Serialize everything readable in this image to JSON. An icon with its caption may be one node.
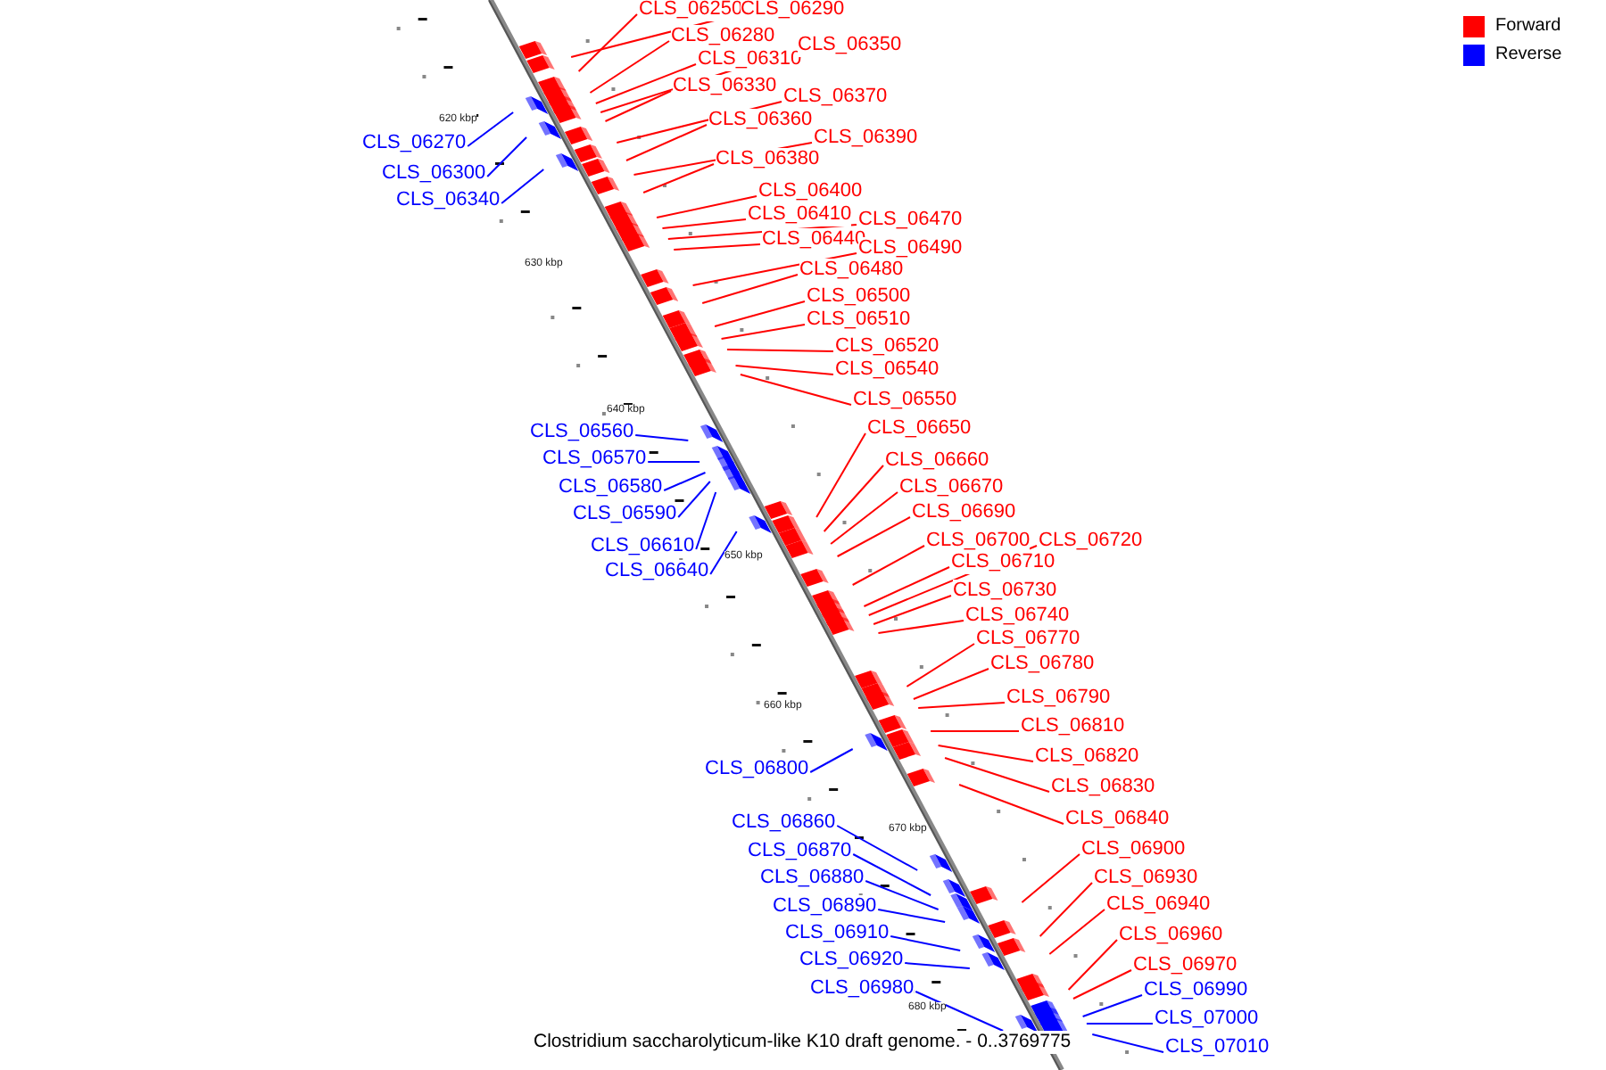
{
  "diagram": {
    "caption": "Clostridium saccharolyticum-like K10 draft genome. - 0..3769775",
    "nodes": [
      {
        "text": [
          "CLS_06250"
        ]
      },
      {
        "text": [
          "CLS_06290"
        ]
      },
      {
        "text": [
          "CLS_06280"
        ]
      },
      {
        "text": [
          "CLS_06310"
        ]
      },
      {
        "text": [
          "CLS_06350"
        ]
      },
      {
        "text": [
          "CLS_06330"
        ]
      },
      {
        "text": [
          "CLS_06370"
        ]
      },
      {
        "text": [
          "CLS_06360"
        ]
      },
      {
        "text": [
          "CLS_06390"
        ]
      },
      {
        "text": [
          "CLS_06380"
        ]
      },
      {
        "text": [
          "CLS_06400"
        ]
      },
      {
        "text": [
          "CLS_06410"
        ]
      },
      {
        "text": [
          "CLS_06470"
        ]
      },
      {
        "text": [
          "CLS_06440"
        ]
      },
      {
        "text": [
          "CLS_06490"
        ]
      },
      {
        "text": [
          "CLS_06480"
        ]
      },
      {
        "text": [
          "CLS_06500"
        ]
      },
      {
        "text": [
          "CLS_06510"
        ]
      },
      {
        "text": [
          "CLS_06520"
        ]
      },
      {
        "text": [
          "CLS_06540"
        ]
      },
      {
        "text": [
          "CLS_06550"
        ]
      },
      {
        "text": [
          "CLS_06650"
        ]
      },
      {
        "text": [
          "CLS_06660"
        ]
      },
      {
        "text": [
          "CLS_06670"
        ]
      },
      {
        "text": [
          "CLS_06690"
        ]
      },
      {
        "text": [
          "CLS_06700"
        ]
      },
      {
        "text": [
          "CLS_06720"
        ]
      },
      {
        "text": [
          "CLS_06710"
        ]
      },
      {
        "text": [
          "CLS_06730"
        ]
      },
      {
        "text": [
          "CLS_06740"
        ]
      },
      {
        "text": [
          "CLS_06770"
        ]
      },
      {
        "text": [
          "CLS_06780"
        ]
      },
      {
        "text": [
          "CLS_06790"
        ]
      },
      {
        "text": [
          "CLS_06810"
        ]
      },
      {
        "text": [
          "CLS_06820"
        ]
      },
      {
        "text": [
          "CLS_06830"
        ]
      },
      {
        "text": [
          "CLS_06840"
        ]
      },
      {
        "text": [
          "CLS_06900"
        ]
      },
      {
        "text": [
          "CLS_06930"
        ]
      },
      {
        "text": [
          "CLS_06940"
        ]
      },
      {
        "text": [
          "CLS_06960"
        ]
      },
      {
        "text": [
          "CLS_06970"
        ]
      },
      {
        "text": [
          "CLS_06990"
        ]
      },
      {
        "text": [
          "CLS_07000"
        ]
      },
      {
        "text": [
          "CLS_07010"
        ]
      },
      {
        "text": [
          "CLS_06270"
        ]
      },
      {
        "text": [
          "CLS_06300"
        ]
      },
      {
        "text": [
          "CLS_06340"
        ]
      },
      {
        "text": [
          "CLS_06560"
        ]
      },
      {
        "text": [
          "CLS_06570"
        ]
      },
      {
        "text": [
          "CLS_06580"
        ]
      },
      {
        "text": [
          "CLS_06590"
        ]
      },
      {
        "text": [
          "CLS_06610"
        ]
      },
      {
        "text": [
          "CLS_06640"
        ]
      },
      {
        "text": [
          "CLS_06800"
        ]
      },
      {
        "text": [
          "CLS_06860"
        ]
      },
      {
        "text": [
          "CLS_06870"
        ]
      },
      {
        "text": [
          "CLS_06880"
        ]
      },
      {
        "text": [
          "CLS_06890"
        ]
      },
      {
        "text": [
          "CLS_06910"
        ]
      },
      {
        "text": [
          "CLS_06920"
        ]
      },
      {
        "text": [
          "CLS_06980"
        ]
      }
    ],
    "edges": [
      {
        "from": 0,
        "to": null,
        "arrow": "none"
      },
      {
        "from": 1,
        "to": null,
        "arrow": "none"
      },
      {
        "from": 2,
        "to": null,
        "arrow": "none"
      },
      {
        "from": 3,
        "to": null,
        "arrow": "none"
      },
      {
        "from": 4,
        "to": null,
        "arrow": "none"
      },
      {
        "from": 5,
        "to": null,
        "arrow": "none"
      },
      {
        "from": 6,
        "to": null,
        "arrow": "none"
      },
      {
        "from": 7,
        "to": null,
        "arrow": "none"
      },
      {
        "from": 8,
        "to": null,
        "arrow": "none"
      },
      {
        "from": 9,
        "to": null,
        "arrow": "none"
      },
      {
        "from": 10,
        "to": null,
        "arrow": "none"
      },
      {
        "from": 11,
        "to": null,
        "arrow": "none"
      },
      {
        "from": 12,
        "to": null,
        "arrow": "none"
      },
      {
        "from": 13,
        "to": null,
        "arrow": "none"
      },
      {
        "from": 14,
        "to": null,
        "arrow": "none"
      },
      {
        "from": 15,
        "to": null,
        "arrow": "none"
      },
      {
        "from": 16,
        "to": null,
        "arrow": "none"
      },
      {
        "from": 17,
        "to": null,
        "arrow": "none"
      },
      {
        "from": 18,
        "to": null,
        "arrow": "none"
      },
      {
        "from": 19,
        "to": null,
        "arrow": "none"
      },
      {
        "from": 20,
        "to": null,
        "arrow": "none"
      },
      {
        "from": 21,
        "to": null,
        "arrow": "none"
      },
      {
        "from": 22,
        "to": null,
        "arrow": "none"
      },
      {
        "from": 23,
        "to": null,
        "arrow": "none"
      },
      {
        "from": 24,
        "to": null,
        "arrow": "none"
      },
      {
        "from": 25,
        "to": null,
        "arrow": "none"
      },
      {
        "from": 26,
        "to": null,
        "arrow": "none"
      },
      {
        "from": 27,
        "to": null,
        "arrow": "none"
      },
      {
        "from": 28,
        "to": null,
        "arrow": "none"
      },
      {
        "from": 29,
        "to": null,
        "arrow": "none"
      },
      {
        "from": 30,
        "to": null,
        "arrow": "none"
      },
      {
        "from": 31,
        "to": null,
        "arrow": "none"
      },
      {
        "from": 32,
        "to": null,
        "arrow": "none"
      },
      {
        "from": 33,
        "to": null,
        "arrow": "none"
      },
      {
        "from": 34,
        "to": null,
        "arrow": "none"
      },
      {
        "from": 35,
        "to": null,
        "arrow": "none"
      },
      {
        "from": 36,
        "to": null,
        "arrow": "none"
      },
      {
        "from": 37,
        "to": null,
        "arrow": "none"
      },
      {
        "from": 38,
        "to": null,
        "arrow": "none"
      },
      {
        "from": 39,
        "to": null,
        "arrow": "none"
      },
      {
        "from": 40,
        "to": null,
        "arrow": "none"
      },
      {
        "from": 41,
        "to": null,
        "arrow": "none"
      },
      {
        "from": 42,
        "to": null,
        "arrow": "none",
        "color": "#0000ff"
      },
      {
        "from": 43,
        "to": null,
        "arrow": "none",
        "color": "#0000ff"
      },
      {
        "from": 44,
        "to": null,
        "arrow": "none",
        "color": "#0000ff"
      },
      {
        "from": 45,
        "to": null,
        "arrow": "none",
        "color": "#0000ff"
      },
      {
        "from": 46,
        "to": null,
        "arrow": "none",
        "color": "#0000ff"
      },
      {
        "from": 47,
        "to": null,
        "arrow": "none",
        "color": "#0000ff"
      },
      {
        "from": 48,
        "to": null,
        "arrow": "none",
        "color": "#0000ff"
      },
      {
        "from": 49,
        "to": null,
        "arrow": "none",
        "color": "#0000ff"
      },
      {
        "from": 50,
        "to": null,
        "arrow": "none",
        "color": "#0000ff"
      },
      {
        "from": 51,
        "to": null,
        "arrow": "none",
        "color": "#0000ff"
      },
      {
        "from": 52,
        "to": null,
        "arrow": "none",
        "color": "#0000ff"
      },
      {
        "from": 53,
        "to": null,
        "arrow": "none",
        "color": "#0000ff"
      },
      {
        "from": 54,
        "to": null,
        "arrow": "none",
        "color": "#0000ff"
      },
      {
        "from": 55,
        "to": null,
        "arrow": "none",
        "color": "#0000ff"
      },
      {
        "from": 56,
        "to": null,
        "arrow": "none",
        "color": "#0000ff"
      },
      {
        "from": 57,
        "to": null,
        "arrow": "none",
        "color": "#0000ff"
      },
      {
        "from": 58,
        "to": null,
        "arrow": "none",
        "color": "#0000ff"
      },
      {
        "from": 59,
        "to": null,
        "arrow": "none",
        "color": "#0000ff"
      },
      {
        "from": 60,
        "to": null,
        "arrow": "none",
        "color": "#0000ff"
      },
      {
        "from": 61,
        "to": null,
        "arrow": "none",
        "color": "#0000ff"
      }
    ],
    "labels": [
      "620 kbp",
      "630 kbp",
      "640 kbp",
      "650 kbp",
      "660 kbp",
      "670 kbp",
      "680 kbp"
    ],
    "legend": [
      {
        "text": "Forward",
        "color": "#ff0000"
      },
      {
        "text": "Reverse",
        "color": "#0000ff"
      }
    ]
  }
}
